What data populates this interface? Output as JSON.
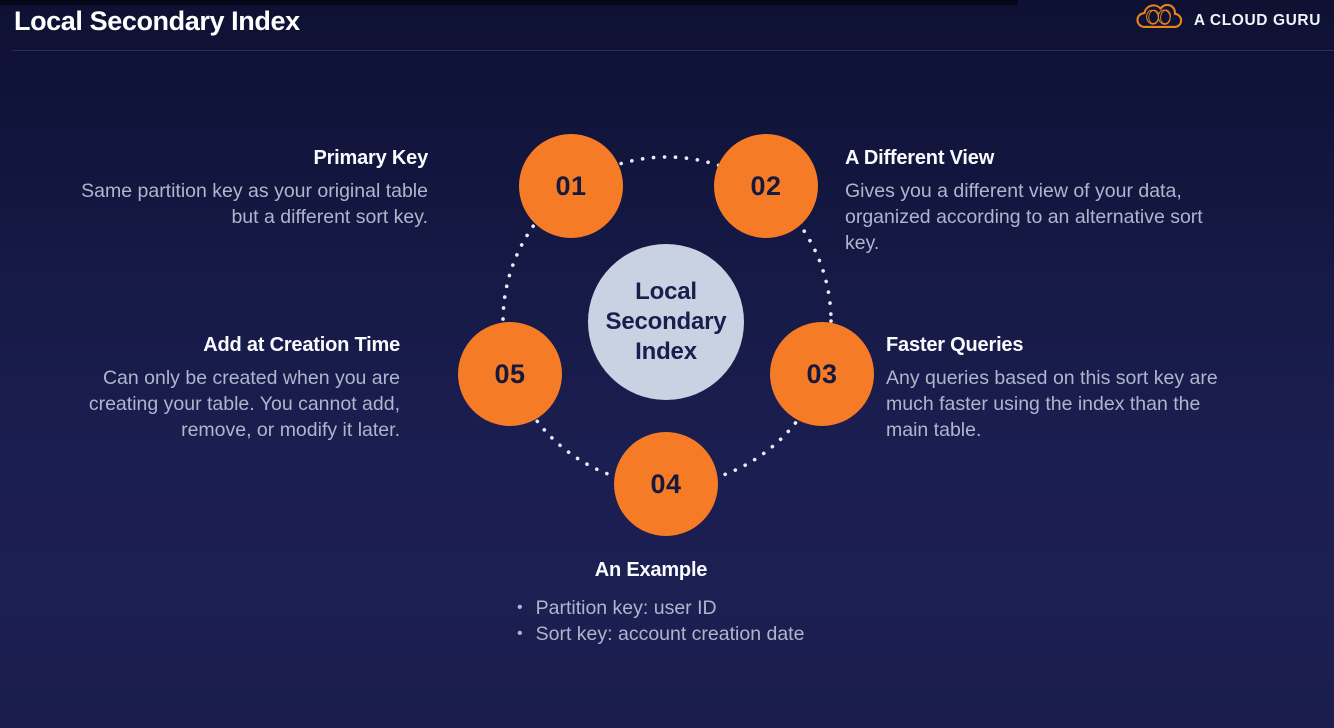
{
  "header": {
    "title": "Local Secondary Index",
    "brand": "A CLOUD GURU"
  },
  "colors": {
    "background_top": "#0e1132",
    "background_bottom": "#1c1f52",
    "accent_orange": "#f57b27",
    "hub_fill": "#c9d2e3",
    "heading_text": "#fafbff",
    "body_text": "#aeb6cc",
    "number_text": "#16193b",
    "dot_color": "#e9ebf2"
  },
  "diagram": {
    "hub_lines": [
      "Local",
      "Secondary",
      "Index"
    ],
    "numbers": [
      "01",
      "02",
      "03",
      "04",
      "05"
    ]
  },
  "sections": {
    "primary_key": {
      "title": "Primary Key",
      "lines": [
        "Same partition key as your original table",
        "but a different sort key."
      ]
    },
    "different_view": {
      "title": "A Different View",
      "lines": [
        "Gives you a different view of your data,",
        "organized according to an alternative sort",
        "key."
      ]
    },
    "faster_queries": {
      "title": "Faster Queries",
      "lines": [
        "Any queries based on this sort key are",
        "much faster using the index than the",
        "main table."
      ]
    },
    "an_example": {
      "title": "An Example",
      "bullet": "•",
      "items": [
        "Partition key: user ID",
        "Sort key: account creation date"
      ]
    },
    "add_at_creation": {
      "title": "Add at Creation Time",
      "lines": [
        "Can only be created when you are",
        "creating your table. You cannot add,",
        "remove, or modify it later."
      ]
    }
  }
}
